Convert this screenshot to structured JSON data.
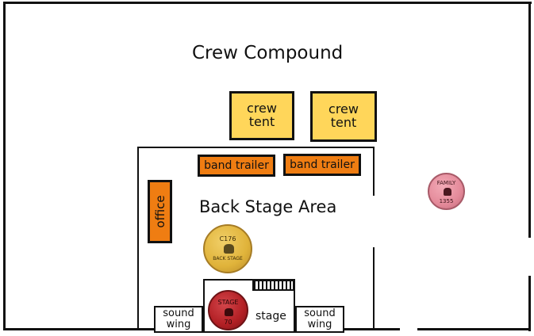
{
  "map": {
    "compound_label": "Crew Compound",
    "backstage_label": "Back Stage Area",
    "crew_tents": [
      {
        "line1": "crew",
        "line2": "tent"
      },
      {
        "line1": "crew",
        "line2": "tent"
      }
    ],
    "band_trailers": [
      "band trailer",
      "band trailer"
    ],
    "office_label": "office",
    "stage_label": "stage",
    "sound_wings": [
      {
        "line1": "sound",
        "line2": "wing"
      },
      {
        "line1": "sound",
        "line2": "wing"
      }
    ],
    "badges": {
      "backstage": {
        "top": "C176",
        "bottom": "BACK STAGE",
        "color": "#e0b33a"
      },
      "stage": {
        "top": "STAGE",
        "bottom": "70",
        "color": "#b21f24"
      },
      "family": {
        "top": "FAMILY",
        "bottom": "1355",
        "color": "#e48a9a"
      }
    },
    "colors": {
      "tent": "#ffd65a",
      "trailer": "#ef7d12",
      "walls": "#111111"
    }
  }
}
